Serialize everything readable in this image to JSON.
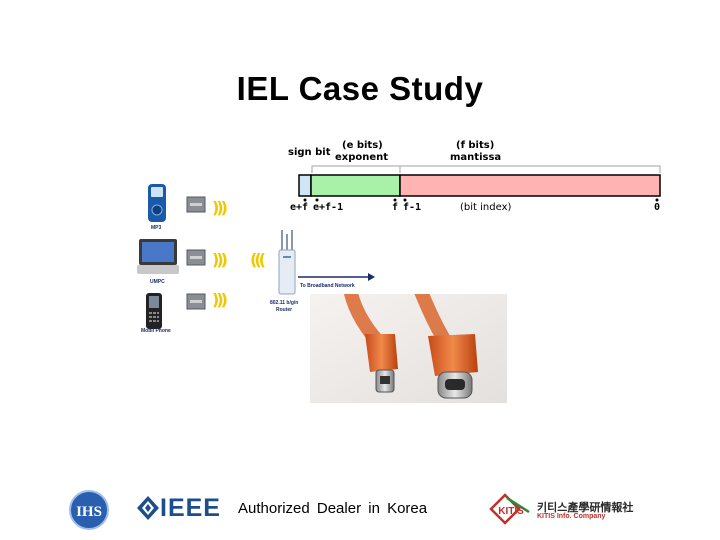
{
  "slide": {
    "title": "IEL Case Study"
  },
  "float_diagram": {
    "sign_label": "sign bit",
    "exp_bits": "(e bits)",
    "exp_label": "exponent",
    "mant_bits": "(f bits)",
    "mant_label": "mantissa",
    "idx_ef": "e+f",
    "idx_ef1": "e+f-1",
    "idx_f": "f",
    "idx_f1": "f-1",
    "idx_text": "(bit index)",
    "idx_0": "0",
    "colors": {
      "sign": "#cfe6f4",
      "exponent": "#a9f0a9",
      "mantissa": "#ffb3b3"
    }
  },
  "network": {
    "mp3": "MP3",
    "umpc": "UMPC",
    "phone": "Mobil Phone",
    "router_line1": "802.11 b/g/n",
    "router_line2": "Router",
    "broadband": "To Broadband Network"
  },
  "footer": {
    "ieee": "IEEE",
    "dealer": "Authorized Dealer in Korea",
    "ihs": "IHS",
    "kitis_logo": "KITIS",
    "kitis_korean": "키티스產學研情報社",
    "kitis_company": "KITIS Info. Company"
  }
}
